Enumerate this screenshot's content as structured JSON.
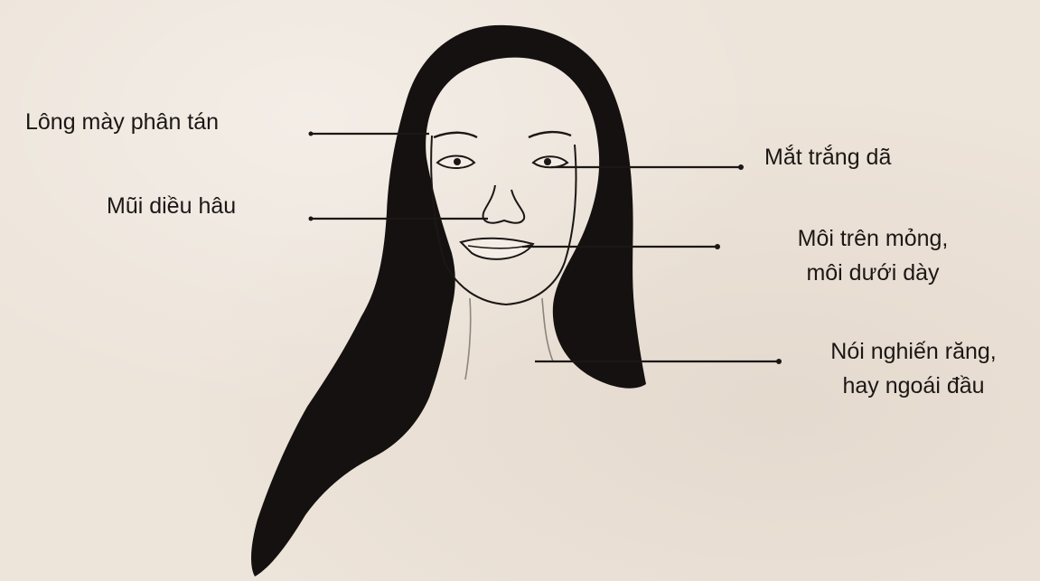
{
  "labels": {
    "eyebrows": "Lông mày phân tán",
    "nose": "Mũi diều hâu",
    "eyes": "Mắt trắng dã",
    "lips_line1": "Môi trên mỏng,",
    "lips_line2": "môi dưới dày",
    "teeth_line1": "Nói nghiến răng,",
    "teeth_line2": "hay ngoái đầu"
  },
  "colors": {
    "paper": "#ede4da",
    "ink": "#1b1715"
  }
}
